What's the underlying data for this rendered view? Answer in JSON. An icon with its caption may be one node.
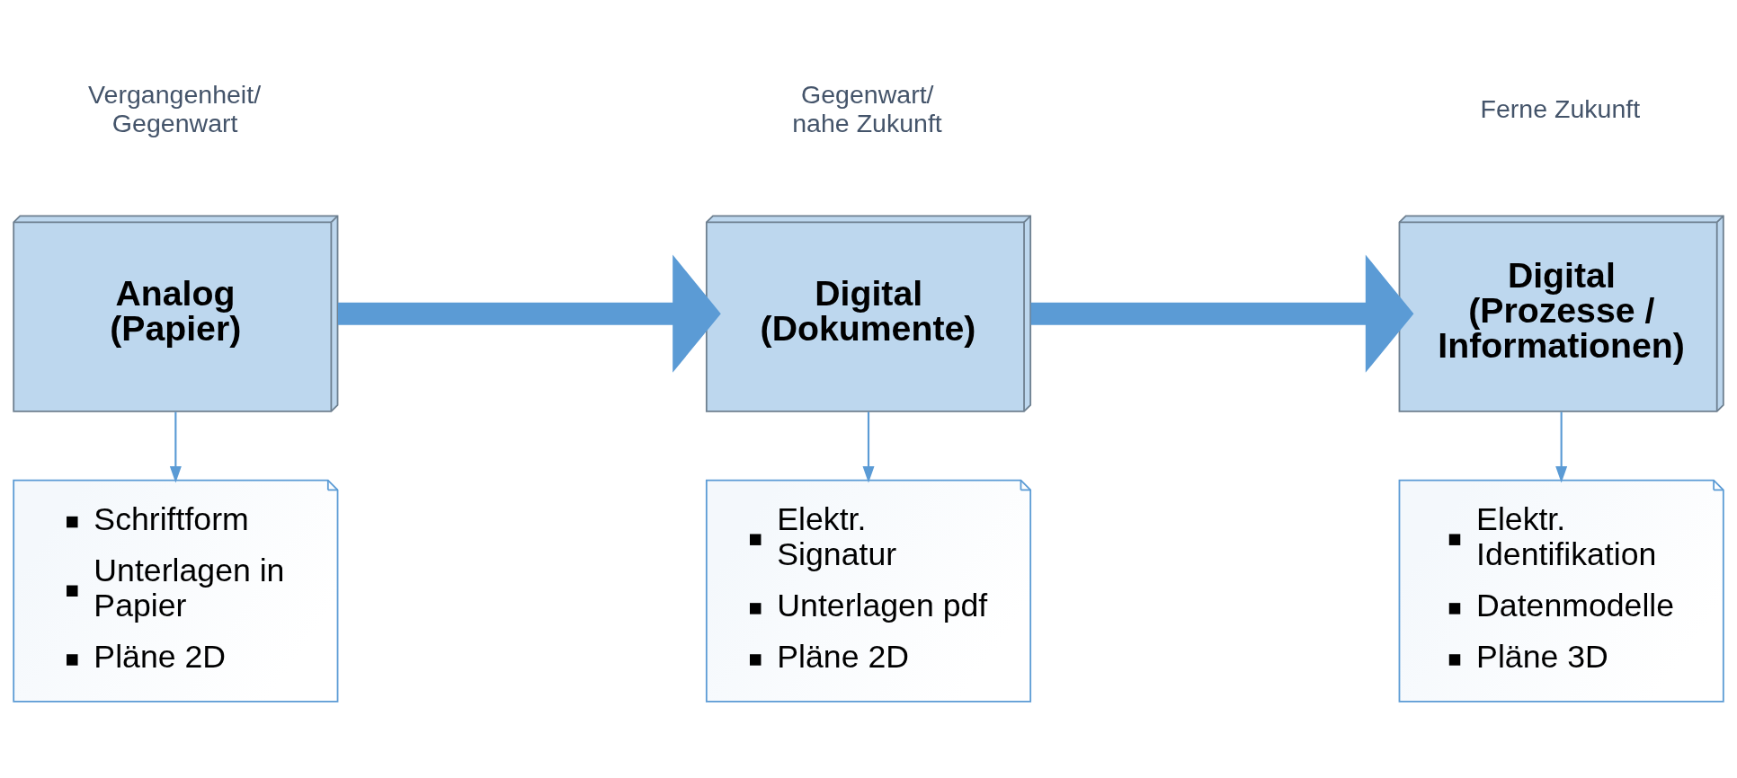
{
  "diagram": {
    "nodes": [
      {
        "text": [
          "Analog (Papier)"
        ],
        "beside": [
          "Vergangenheit/ Gegenwart"
        ]
      },
      {
        "text": [
          "Digital (Dokumente)"
        ],
        "beside": [
          "Gegenwart/ nahe Zukunft"
        ]
      },
      {
        "text": [
          "Digital (Prozesse / Informationen)"
        ],
        "beside": [
          "Ferne Zukunft"
        ]
      },
      {
        "text": [
          "Schriftform",
          "Unterlagen in Papier",
          "Pläne 2D"
        ]
      },
      {
        "text": [
          "Elektr. Signatur",
          "Unterlagen pdf",
          "Pläne 2D"
        ]
      },
      {
        "text": [
          "Elektr. Identifikation",
          "Datenmodelle",
          "Pläne 3D"
        ]
      }
    ],
    "edges": [
      {
        "from": 0,
        "to": 1,
        "arrow": "to",
        "style": "thick"
      },
      {
        "from": 1,
        "to": 2,
        "arrow": "to",
        "style": "thick"
      },
      {
        "from": 0,
        "to": 3,
        "arrow": "to"
      },
      {
        "from": 1,
        "to": 4,
        "arrow": "to"
      },
      {
        "from": 2,
        "to": 5,
        "arrow": "to"
      }
    ]
  }
}
